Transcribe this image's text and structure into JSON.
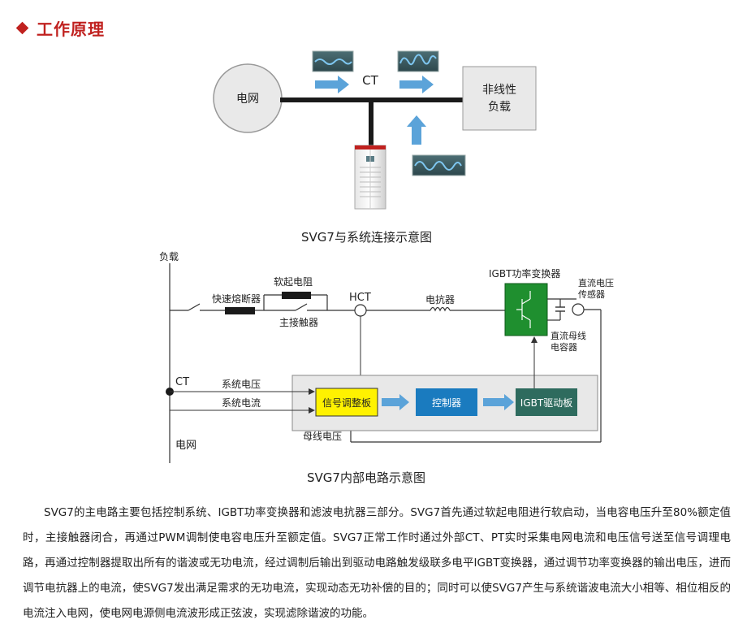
{
  "heading": {
    "text": "工作原理"
  },
  "diagram1": {
    "grid_label": "电网",
    "ct_label": "CT",
    "load_line1": "非线性",
    "load_line2": "负载",
    "caption": "SVG7与系统连接示意图"
  },
  "diagram2": {
    "load_label": "负载",
    "fuse_label": "快速熔断器",
    "soft_resistor_label": "软起电阻",
    "contactor_label": "主接触器",
    "hct_label": "HCT",
    "reactor_label": "电抗器",
    "igbt_converter_label": "IGBT功率变换器",
    "dc_sensor_line1": "直流电压",
    "dc_sensor_line2": "传感器",
    "dc_cap_line1": "直流母线",
    "dc_cap_line2": "电容器",
    "ct_label": "CT",
    "sys_voltage_label": "系统电压",
    "sys_current_label": "系统电流",
    "grid_label": "电网",
    "bus_voltage_label": "母线电压",
    "signal_board_label": "信号调整板",
    "controller_label": "控制器",
    "igbt_driver_label": "IGBT驱动板",
    "caption": "SVG7内部电路示意图"
  },
  "colors": {
    "accent": "#c0211f",
    "arrow": "#5ba3d9",
    "signal_board": "#fff200",
    "controller": "#1a7bbf",
    "igbt_driver": "#2e6b5e",
    "igbt_converter": "#1f8f2f"
  },
  "description": {
    "lines": [
      "SVG7的主电路主要包括控制系统、IGBT功率变换器和滤波电抗器三部分。SVG7首先通过软起电阻进行软启动，当电容电压升",
      "至80%额定值时，主接触器闭合，再通过PWM调制使电容电压升至额定值。SVG7正常工作时通过外部CT、PT实时采集电网电流和",
      "电压信号送至信号调理电路，再通过控制器提取出所有的谐波或无功电流，经过调制后输出到驱动电路触发级联多电平IGBT变换器，",
      "通过调节功率变换器的输出电压，进而调节电抗器上的电流，使SVG7发出满足需求的无功电流，实现动态无功补偿的目的；同时可以",
      "使SVG7产生与系统谐波电流大小相等、相位相反的电流注入电网，使电网电源侧电流波形成正弦波，实现滤除谐波的功能。"
    ]
  }
}
